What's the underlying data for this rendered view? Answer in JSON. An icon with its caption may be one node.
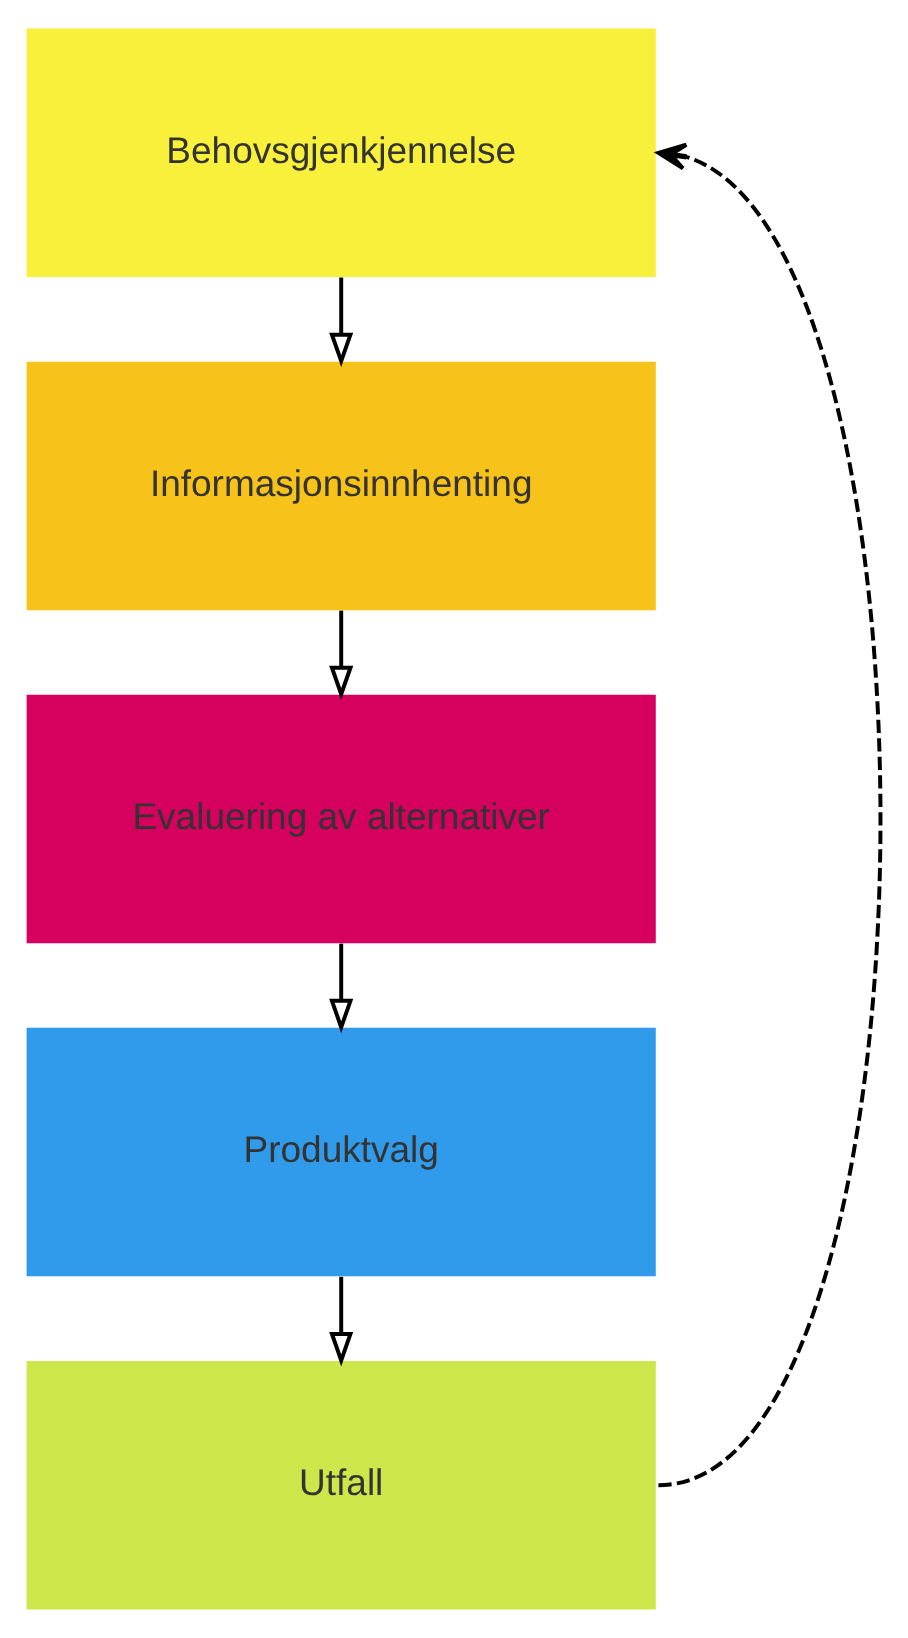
{
  "diagram": {
    "nodes": [
      {
        "text": [
          "Behovsgjenkjennelse"
        ]
      },
      {
        "text": [
          "Informasjonsinnhenting"
        ]
      },
      {
        "text": [
          "Evaluering av alternativer"
        ]
      },
      {
        "text": [
          "Produktvalg"
        ]
      },
      {
        "text": [
          "Utfall"
        ]
      }
    ],
    "edges": [
      {
        "from": 0,
        "to": 1,
        "arrow": "to"
      },
      {
        "from": 1,
        "to": 2,
        "arrow": "to"
      },
      {
        "from": 2,
        "to": 3,
        "arrow": "to"
      },
      {
        "from": 3,
        "to": 4,
        "arrow": "to"
      },
      {
        "from": 4,
        "to": 0,
        "arrow": "to",
        "style": "dashed"
      }
    ]
  }
}
